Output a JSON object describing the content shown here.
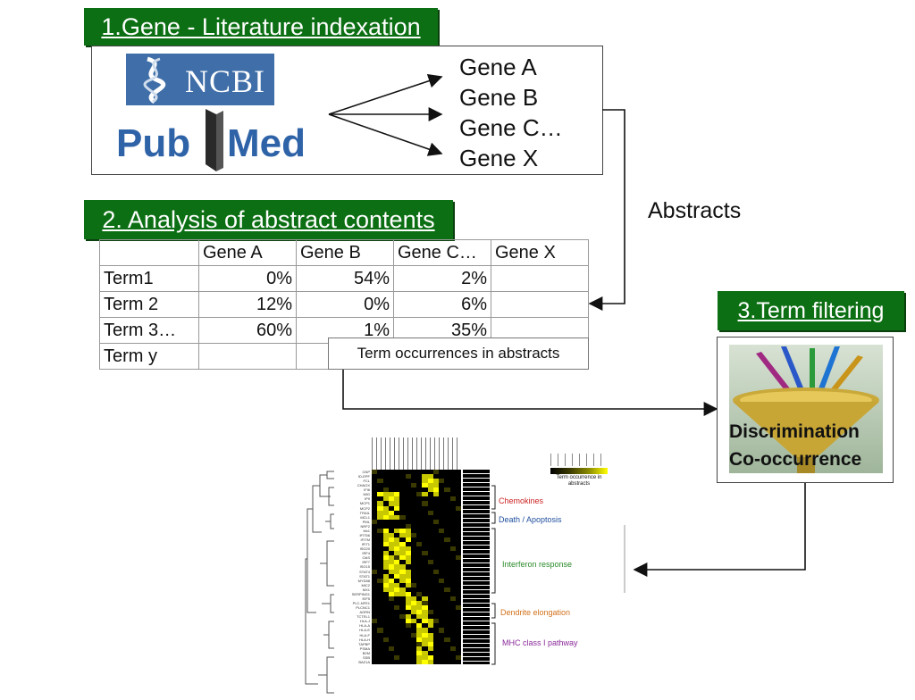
{
  "section1": {
    "title": "1.Gene - Literature indexation",
    "logos": {
      "ncbi": "NCBI",
      "pubmed_left": "Pub",
      "pubmed_right": "Med"
    },
    "genes": [
      "Gene A",
      "Gene B",
      "Gene C…",
      "Gene X"
    ]
  },
  "abstracts_label": "Abstracts",
  "section2": {
    "title": "2. Analysis of abstract contents",
    "table": {
      "headers": [
        "",
        "Gene A",
        "Gene B",
        "Gene C…",
        "Gene X"
      ],
      "rows": [
        [
          "Term1",
          "0%",
          "54%",
          "2%",
          ""
        ],
        [
          "Term 2",
          "12%",
          "0%",
          "6%",
          ""
        ],
        [
          "Term 3…",
          "60%",
          "1%",
          "35%",
          ""
        ],
        [
          "Term y",
          "",
          "",
          "",
          ""
        ]
      ]
    },
    "caption": "Term occurrences in abstracts"
  },
  "section3": {
    "title": "3.Term filtering",
    "funnel_line1": "Discrimination",
    "funnel_line2": "Co-occurrence"
  },
  "heatmap": {
    "legend_caption": "Term occurrence in abstracts",
    "clusters": [
      {
        "label": "Chemokines",
        "color": "#cc2222"
      },
      {
        "label": "Death / Apoptosis",
        "color": "#1f4e9c"
      },
      {
        "label": "Interferon response",
        "color": "#2a8a2a"
      },
      {
        "label": "Dendrite elongation",
        "color": "#d2701a"
      },
      {
        "label": "MHC class I pathway",
        "color": "#8a2a9a"
      }
    ],
    "gene_rows": [
      "CNP",
      "ID-EPF",
      "FCL",
      "CHAOX",
      "IFI6",
      "MIG",
      "IP9",
      "MCP1",
      "MCP2",
      "TRAIL",
      "MCL1",
      "PML",
      "NRF2",
      "Mx1",
      "IFIT56",
      "IFITM",
      "IFIT1",
      "ISG20",
      "IRF4",
      "OAS",
      "IRF7",
      "ISG15",
      "STAT4",
      "STAT1",
      "MYD88",
      "MIC2",
      "MX1",
      "SERPING1",
      "EIF5",
      "PLC-NFE1",
      "PLCNC1",
      "AGRN",
      "TCTEL1",
      "HLA-J",
      "HLA-A",
      "HLA-E",
      "HLA-F",
      "HLA-H",
      "TAPBP",
      "PSMA",
      "B2M",
      "SSB",
      "BAZ1A"
    ]
  }
}
